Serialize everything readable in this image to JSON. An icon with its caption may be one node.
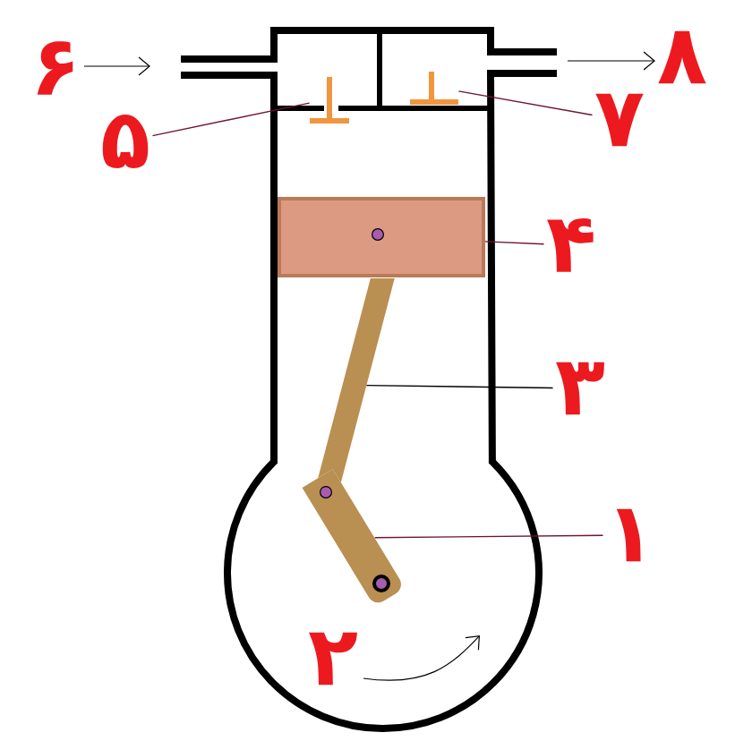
{
  "diagram": {
    "nodes": [
      {
        "text": [],
        "shape": "picture"
      },
      {
        "text": [],
        "shape": "picture"
      },
      {
        "text": [
          "۷"
        ]
      },
      {
        "text": [
          "۵"
        ]
      },
      {
        "text": [],
        "shape": "box"
      },
      {
        "text": [
          "۴"
        ]
      },
      {
        "text": [],
        "shape": "bar"
      },
      {
        "text": [
          "۳"
        ]
      },
      {
        "text": [],
        "shape": "bar"
      },
      {
        "text": [
          "۱"
        ]
      }
    ],
    "edges": [
      {
        "from": 3,
        "to": 0,
        "arrow": "none"
      },
      {
        "from": 2,
        "to": 1,
        "arrow": "none"
      },
      {
        "from": 5,
        "to": 4,
        "arrow": "none"
      },
      {
        "from": 7,
        "to": 6,
        "arrow": "none",
        "color": "#000000"
      },
      {
        "from": 9,
        "to": 8,
        "arrow": "none"
      }
    ],
    "labels": [
      "۶",
      "۸",
      "۲"
    ]
  }
}
